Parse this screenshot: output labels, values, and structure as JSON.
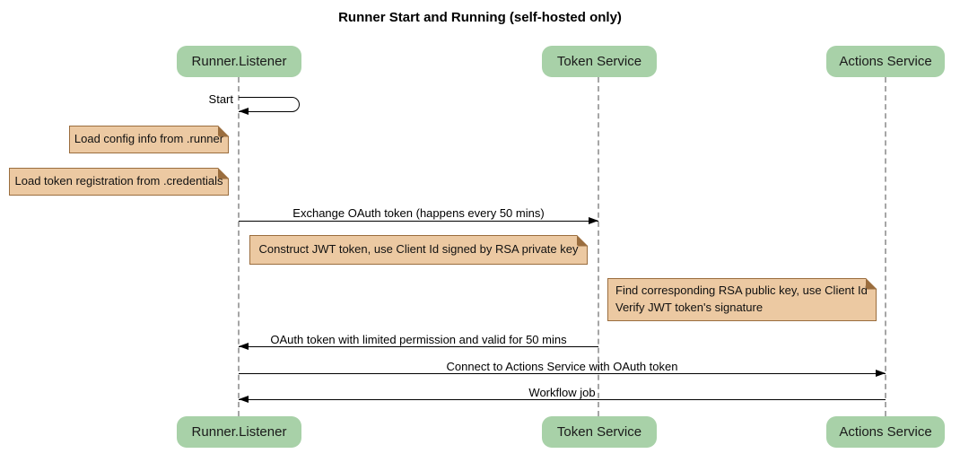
{
  "title": "Runner Start and Running (self-hosted only)",
  "actors": {
    "runner": "Runner.Listener",
    "token": "Token Service",
    "actions": "Actions Service"
  },
  "messages": {
    "start": {
      "label": "Start",
      "from": "Runner.Listener",
      "to": "Runner.Listener",
      "kind": "self"
    },
    "exchange": {
      "label": "Exchange OAuth token (happens every 50 mins)",
      "from": "Runner.Listener",
      "to": "Token Service",
      "kind": "solid-arrow"
    },
    "oauth_return": {
      "label": "OAuth token with limited permission and valid for 50 mins",
      "from": "Token Service",
      "to": "Runner.Listener",
      "kind": "solid-arrow"
    },
    "connect": {
      "label": "Connect to Actions Service with OAuth token",
      "from": "Runner.Listener",
      "to": "Actions Service",
      "kind": "solid-arrow"
    },
    "workflow": {
      "label": "Workflow job",
      "from": "Actions Service",
      "to": "Runner.Listener",
      "kind": "solid-arrow"
    }
  },
  "notes": {
    "config": "Load config info from .runner",
    "credentials": "Load token registration from .credentials",
    "jwt": "Construct JWT token, use Client Id signed by RSA private key",
    "verify_line1": "Find corresponding RSA public key, use Client Id",
    "verify_line2": "Verify JWT token's signature"
  },
  "colors": {
    "actor_fill": "#a8d1a8",
    "note_fill": "#ecc9a2",
    "note_border": "#9a6d3e",
    "lifeline": "#a6a6a6",
    "arrow": "#000000",
    "background": "#ffffff"
  }
}
